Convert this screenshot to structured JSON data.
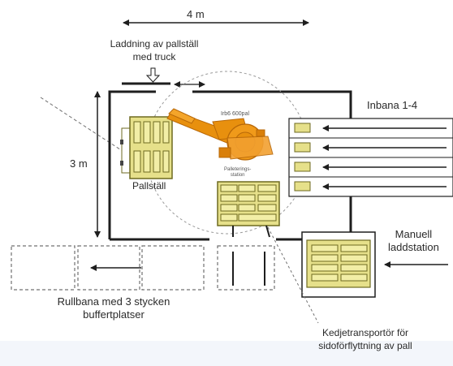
{
  "dimension_width": "4 m",
  "dimension_height": "3 m",
  "loading_label": "Laddning av pallställ\nmed truck",
  "rack_label": "Pallställ",
  "robot_label": "Irb6 600pal",
  "picking_station_label": "Palleterings-\nstation",
  "infeed_label": "Inbana 1-4",
  "manual_station_label": "Manuell\nladdstation",
  "conveyor_label": "Rullbana med 3 stycken\nbuffertplatser",
  "chain_conveyor_label": "Kedjetransportör för\nsidoförflyttning av pall",
  "colors": {
    "pallet_fill": "#e6e08a",
    "pallet_stroke": "#6e6a20",
    "robot": "#e8900e",
    "robot_dark": "#b86808",
    "frame": "#1e1e1e",
    "dashed": "#707070"
  }
}
